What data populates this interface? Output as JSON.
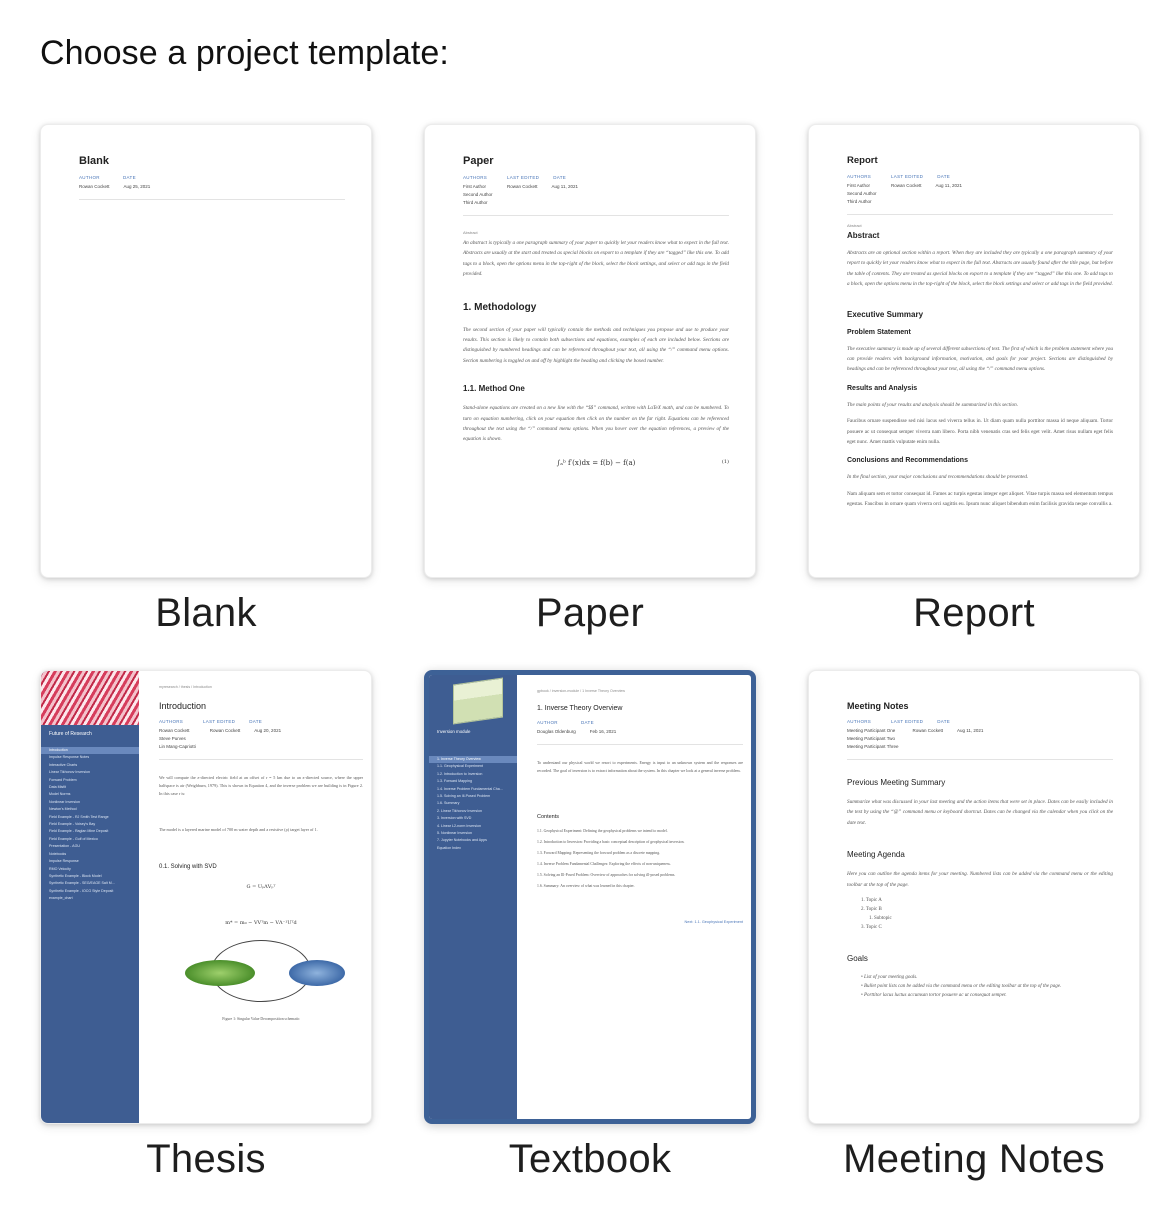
{
  "heading": "Choose a project template:",
  "templates": [
    {
      "label": "Blank",
      "preview_title": "Blank",
      "meta_labels": [
        "AUTHOR",
        "DATE"
      ],
      "meta_values": [
        "Rowan Cockett",
        "Aug 25, 2021"
      ]
    },
    {
      "label": "Paper",
      "preview_title": "Paper",
      "meta_labels": [
        "AUTHORS",
        "LAST EDITED",
        "DATE"
      ],
      "meta_values": [
        "First Author",
        "Rowan Cockett",
        "Aug 11, 2021"
      ],
      "authors_extra": [
        "Second Author",
        "Third Author"
      ],
      "abstract_label": "Abstract",
      "abstract": "An abstract is typically a one paragraph summary of your paper to quickly let your readers know what to expect in the full text. Abstracts are usually at the start and treated as special blocks on export to a template if they are “tagged” like this one. To add tags to a block, open the options menu in the top-right of the block, select the block settings, and select or add tags in the field provided.",
      "section1": "1.  Methodology",
      "section1_text": "The second section of your paper will typically contain the methods and techniques you propose and use to produce your results. This section is likely to contain both subsections and equations, examples of each are included below. Sections are distinguished by numbered headings and can be referenced throughout your text, all using the “/” command menu options. Section numbering is toggled on and off by highlight the heading and clicking the boxed number.",
      "section11": "1.1.  Method One",
      "section11_text": "Stand-alone equations are created on a new line with the “$$” command, written with LaTeX math, and can be numbered. To turn on equation numbering, click on your equation then click on the number on the far right. Equations can be referenced throughout the text using the “/” command menu options. When you hover over the equation references, a preview of the equation is shown.",
      "equation": "∫ₐᵇ f′(x)dx = f(b) − f(a)",
      "eq_num": "(1)"
    },
    {
      "label": "Report",
      "preview_title": "Report",
      "meta_labels": [
        "AUTHORS",
        "LAST EDITED",
        "DATE"
      ],
      "meta_values": [
        "First Author",
        "Rowan Cockett",
        "Aug 11, 2021"
      ],
      "authors_extra": [
        "Second Author",
        "Third Author"
      ],
      "abstract_label": "Abstract",
      "abstract_heading": "Abstract",
      "abstract": "Abstracts are an optional section within a report. When they are included they are typically a one paragraph summary of your report to quickly let your readers know what to expect in the full text. Abstracts are usually found after the title page, but before the table of contents. They are treated as special blocks on export to a template if they are “tagged” like this one. To add tags to a block, open the options menu in the top-right of the block, select the block settings and select or add tags in the field provided.",
      "h_exec": "Executive Summary",
      "h_problem": "Problem Statement",
      "problem_text": "The executive summary is made up of several different subsections of text. The first of which is the problem statement where you can provide readers with background information, motivation, and goals for your project. Sections are distinguished by headings and can be referenced throughout your text, all using the “/” command menu options.",
      "h_results": "Results and Analysis",
      "results_text": "The main points of your results and analysis should be summarized in this section.",
      "lorem1": "Faucibus ornare suspendisse sed nisi lacus sed viverra tellus in. Ut diam quam nulla porttitor massa id neque aliquam. Tortor posuere ac ut consequat semper viverra nam libero. Porta nibh venenatis cras sed felis eget velit. Amet risus nullam eget felis eget nunc. Amet mattis vulputate enim nulla.",
      "h_conclusions": "Conclusions and Recommendations",
      "conclusions_text": "In the final section, your major conclusions and recommendations should be presented.",
      "lorem2": "Nam aliquam sem et tortor consequat id. Fames ac turpis egestas integer eget aliquet. Vitae turpis massa sed elementum tempus egestas. Faucibus in ornare quam viverra orci sagittis eu. Ipsum nunc aliquet bibendum enim facilisis gravida neque convallis a."
    },
    {
      "label": "Thesis",
      "brand": "Future of Research",
      "crumb": "myresearch / thesis / Introduction",
      "preview_title": "Introduction",
      "meta_labels": [
        "AUTHORS",
        "LAST EDITED",
        "DATE"
      ],
      "meta_values": [
        "Rowan Cockett",
        "Rowan Cockett",
        "Aug 20, 2021"
      ],
      "authors_extra": [
        "Steve Purves",
        "Lin Mang-Capriotti"
      ],
      "nav": [
        "Introduction",
        "Impulse Response Notes",
        "Interactive Charts",
        "Linear Tikhonov Inversion",
        "Forward Problem",
        "Data Misfit",
        "Model Norms",
        "Nonlinear Inversion",
        "Newton's Method",
        "Field Example - RJ Smith Test Range",
        "Field Example - Voisey's Bay",
        "Field Example - Raglan Mine Deposit",
        "Field Example - Gulf of Mexico",
        "Presentation - AGU",
        "Notebooks",
        "Impulse Response",
        "RMO Velocity",
        "Synthetic Example - Block Model",
        "Synthetic Example - SEG/EAGE Salt M...",
        "Synthetic Example - IOCG Style Deposit",
        "example_chart"
      ],
      "intro_text": "We will compute the z-directed electric field at an offset of r = 5 km due to an z-directed source, where the upper halfspace is air (Weighburn, 1979). This is shown in Equation 4, and the inverse problem we are building is in Figure 2. In this case r is:",
      "model_text": "The model is a layered marine model of 700 m water depth and a resistive (ρ) target layer of 1.",
      "subsection": "0.1.  Solving with SVD",
      "eq": "G = UₚΛVₚᵀ",
      "eq2": "m* = m₀ − VVᵀm − VΛ⁻¹Uᵀd",
      "fig_caption": "Figure 1:  Singular Value Decomposition schematic"
    },
    {
      "label": "Textbook",
      "sidebar_title": "Inversion module",
      "crumb": "gpbook / inversion-module / 1 Inverse Theory Overview",
      "preview_title": "1. Inverse Theory Overview",
      "meta_labels": [
        "AUTHOR",
        "DATE"
      ],
      "meta_values": [
        "Douglas Oldenburg",
        "Feb 16, 2021"
      ],
      "nav": [
        "1. Inverse Theory Overview",
        "1.1. Geophysical Experiment",
        "1.2. Introduction to Inversion",
        "1.3. Forward Mapping",
        "1.4. Inverse Problem Fundamental Cha...",
        "1.5. Solving an Ill-Posed Problem",
        "1.6. Summary",
        "2. Linear Tikhonov Inversion",
        "3. Inversion with SVD",
        "4. Linear L2-norm Inversion",
        "5. Nonlinear Inversion",
        "7. Jupyter Notebooks and Apps",
        "Equation Index"
      ],
      "intro": "To understand our physical world we resort to experiments. Energy is input to an unknown system and the responses are recorded. The goal of inversion is to extract information about the system. In this chapter we look at a general inverse problem.",
      "contents_title": "Contents",
      "contents": [
        "1.1. Geophysical Experiment: Defining the geophysical problems we intend to model.",
        "1.2. Introduction to Inversion: Providing a basic conceptual description of geophysical inversion.",
        "1.3. Forward Mapping: Representing the forward problem as a discrete mapping.",
        "1.4. Inverse Problem Fundamental Challenges: Exploring the effects of non-uniqueness.",
        "1.5. Solving an Ill-Posed Problem: Overview of approaches for solving ill-posed problems.",
        "1.6. Summary: An overview of what was learned in this chapter."
      ],
      "next": "Next: 1.1. Geophysical Experiment"
    },
    {
      "label": "Meeting Notes",
      "preview_title": "Meeting Notes",
      "meta_labels": [
        "AUTHORS",
        "LAST EDITED",
        "DATE"
      ],
      "meta_values": [
        "Meeting Participant One",
        "Rowan Cockett",
        "Aug 11, 2021"
      ],
      "authors_extra": [
        "Meeting Participant Two",
        "Meeting Participant Three"
      ],
      "h_prev": "Previous Meeting Summary",
      "prev_text": "Summarize what was discussed in your last meeting and the action items that were set in place. Dates can be easily included in the text by using the “@” command menu or keyboard shortcut. Dates can be changed via the calendar when you click on the date text.",
      "h_agenda": "Meeting Agenda",
      "agenda_text": "Here you can outline the agenda items for your meeting. Numbered lists can be added via the command menu or the editing toolbar at the top of the page.",
      "agenda_items": [
        "1. Topic A",
        "2. Topic B",
        "     1. Subtopic",
        "3. Topic C"
      ],
      "h_goals": "Goals",
      "goals": [
        "• List of your meeting goals.",
        "• Bullet point lists can be added via the command menu or the editing toolbar at the top of the page.",
        "• Porttitor lacus luctus accumsan tortor posuere ac ut consequat semper."
      ]
    }
  ]
}
